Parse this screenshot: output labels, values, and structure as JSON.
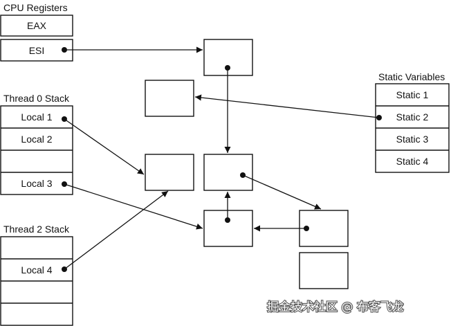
{
  "cpu_registers": {
    "title": "CPU Registers",
    "cells": [
      "EAX",
      "ESI"
    ]
  },
  "thread0_stack": {
    "title": "Thread 0 Stack",
    "cells": [
      "Local 1",
      "Local 2",
      "",
      "Local 3"
    ]
  },
  "thread2_stack": {
    "title": "Thread 2 Stack",
    "cells": [
      "",
      "Local 4",
      "",
      ""
    ]
  },
  "static_variables": {
    "title": "Static Variables",
    "cells": [
      "Static 1",
      "Static 2",
      "Static 3",
      "Static 4"
    ]
  },
  "watermark": "掘金技术社区 @ 布客飞龙"
}
